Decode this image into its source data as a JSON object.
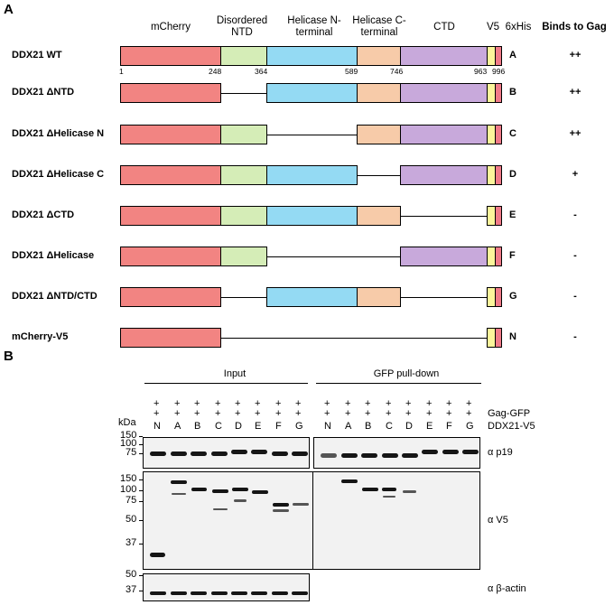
{
  "panel_a": {
    "letter": "A",
    "headers": {
      "mcherry": "mCherry",
      "ntd": [
        "Disordered",
        "NTD"
      ],
      "helN": [
        "Helicase N-",
        "terminal"
      ],
      "helC": [
        "Helicase C-",
        "terminal"
      ],
      "ctd": "CTD",
      "v5": "V5",
      "his": "6xHis",
      "binds": "Binds to Gag"
    },
    "positions": [
      "1",
      "248",
      "364",
      "589",
      "746",
      "963",
      "996"
    ],
    "rows": [
      {
        "label": "DDX21 WT",
        "code": "A",
        "binds": "++"
      },
      {
        "label": "DDX21 ΔNTD",
        "code": "B",
        "binds": "++"
      },
      {
        "label": "DDX21 ΔHelicase N",
        "code": "C",
        "binds": "++"
      },
      {
        "label": "DDX21 ΔHelicase C",
        "code": "D",
        "binds": "+"
      },
      {
        "label": "DDX21 ΔCTD",
        "code": "E",
        "binds": "-"
      },
      {
        "label": "DDX21 ΔHelicase",
        "code": "F",
        "binds": "-"
      },
      {
        "label": "DDX21 ΔNTD/CTD",
        "code": "G",
        "binds": "-"
      },
      {
        "label": "mCherry-V5",
        "code": "N",
        "binds": "-"
      }
    ],
    "colors": {
      "mcherry": "#f28482",
      "ntd": "#d5edb7",
      "helN": "#94daf3",
      "helC": "#f7cba9",
      "ctd": "#c8a9db",
      "v5": "#fbf59b",
      "his": "#f07a88"
    }
  },
  "panel_b": {
    "letter": "B",
    "input_label": "Input",
    "pulldown_label": "GFP pull-down",
    "kda": "kDa",
    "plus": "+",
    "lanes": [
      "N",
      "A",
      "B",
      "C",
      "D",
      "E",
      "F",
      "G"
    ],
    "row_gag": "Gag-GFP",
    "row_ddx": "DDX21-V5",
    "marker_p19": [
      "150",
      "100",
      "75"
    ],
    "marker_v5": [
      "150",
      "100",
      "75",
      "50",
      "37"
    ],
    "marker_actin": [
      "50",
      "37"
    ],
    "antibody_p19": "α p19",
    "antibody_v5": "α V5",
    "antibody_actin": "α β-actin"
  }
}
